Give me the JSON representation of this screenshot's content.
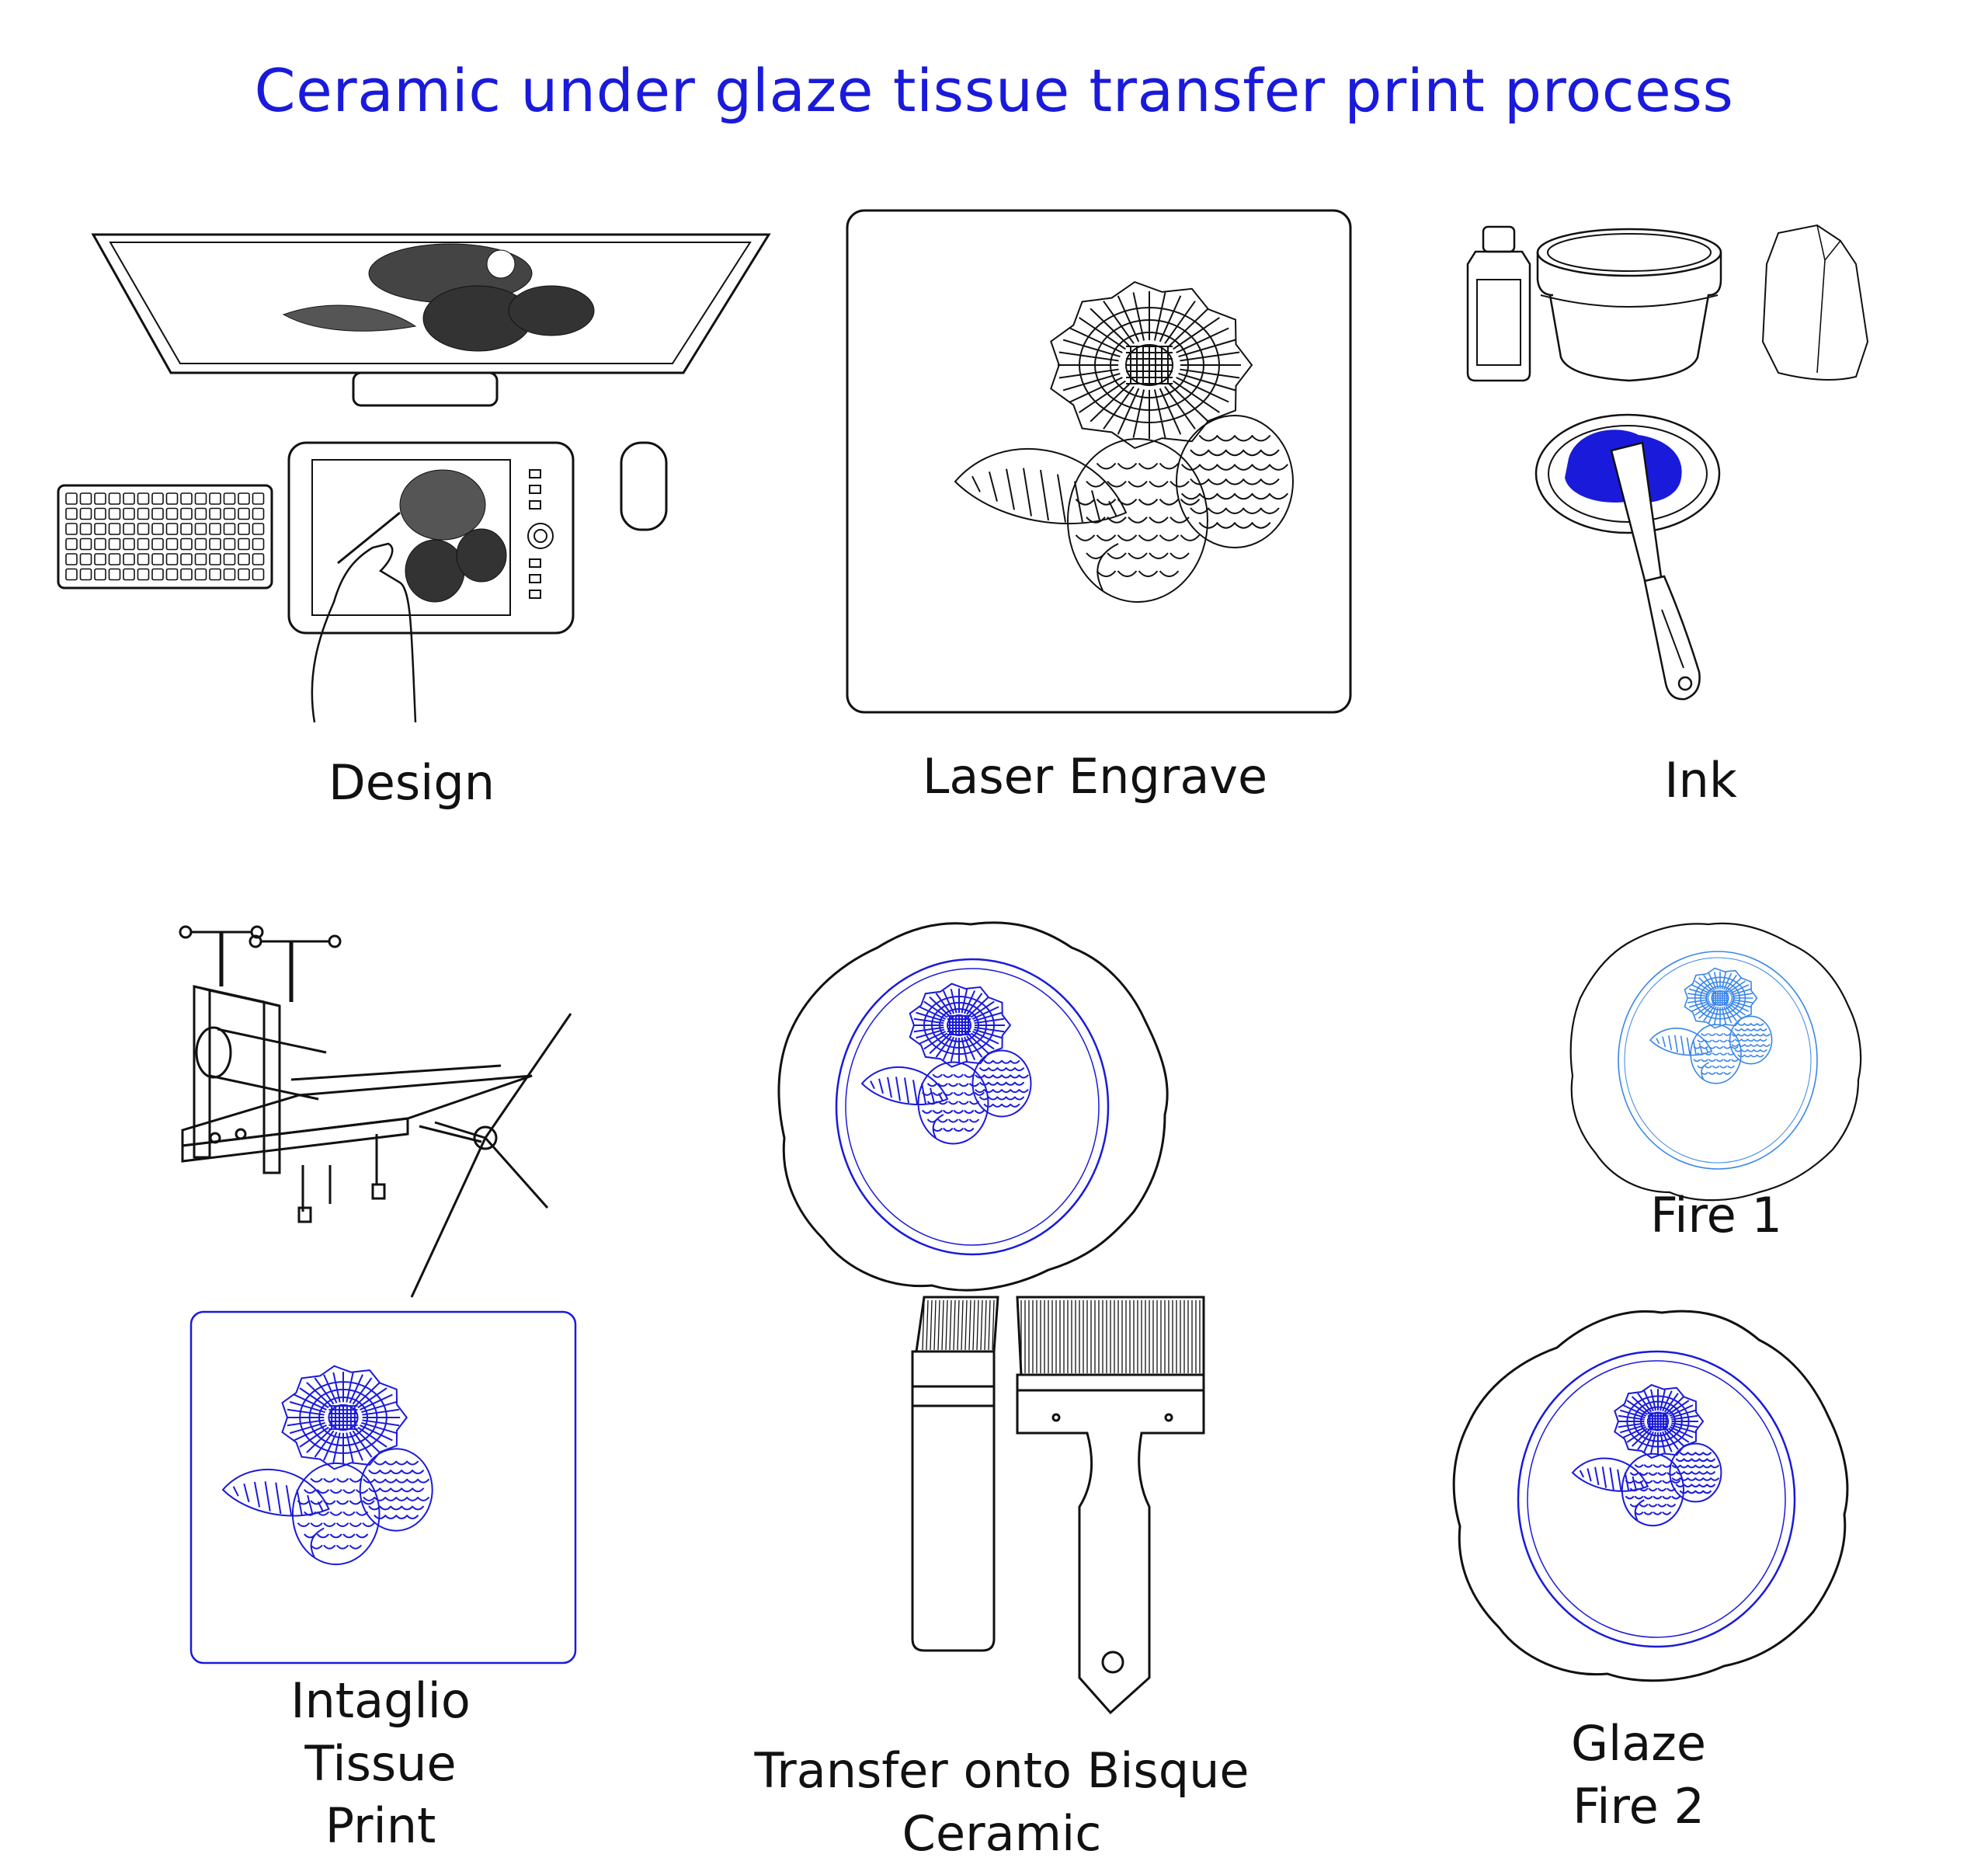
{
  "title": "Ceramic under glaze tissue transfer print process",
  "colors": {
    "title": "#1a1adb",
    "ink_blue": "#1a1adb",
    "fire1_blue": "#3a86e8",
    "line": "#111111"
  },
  "steps": [
    {
      "label": "Design"
    },
    {
      "label": "Laser Engrave"
    },
    {
      "label": "Ink"
    },
    {
      "label_lines": [
        "Intaglio",
        "Tissue",
        "Print"
      ]
    },
    {
      "label": "Transfer onto Bisque Ceramic"
    },
    {
      "label": "Fire 1"
    },
    {
      "label_lines": [
        "Glaze",
        "Fire 2"
      ]
    }
  ]
}
